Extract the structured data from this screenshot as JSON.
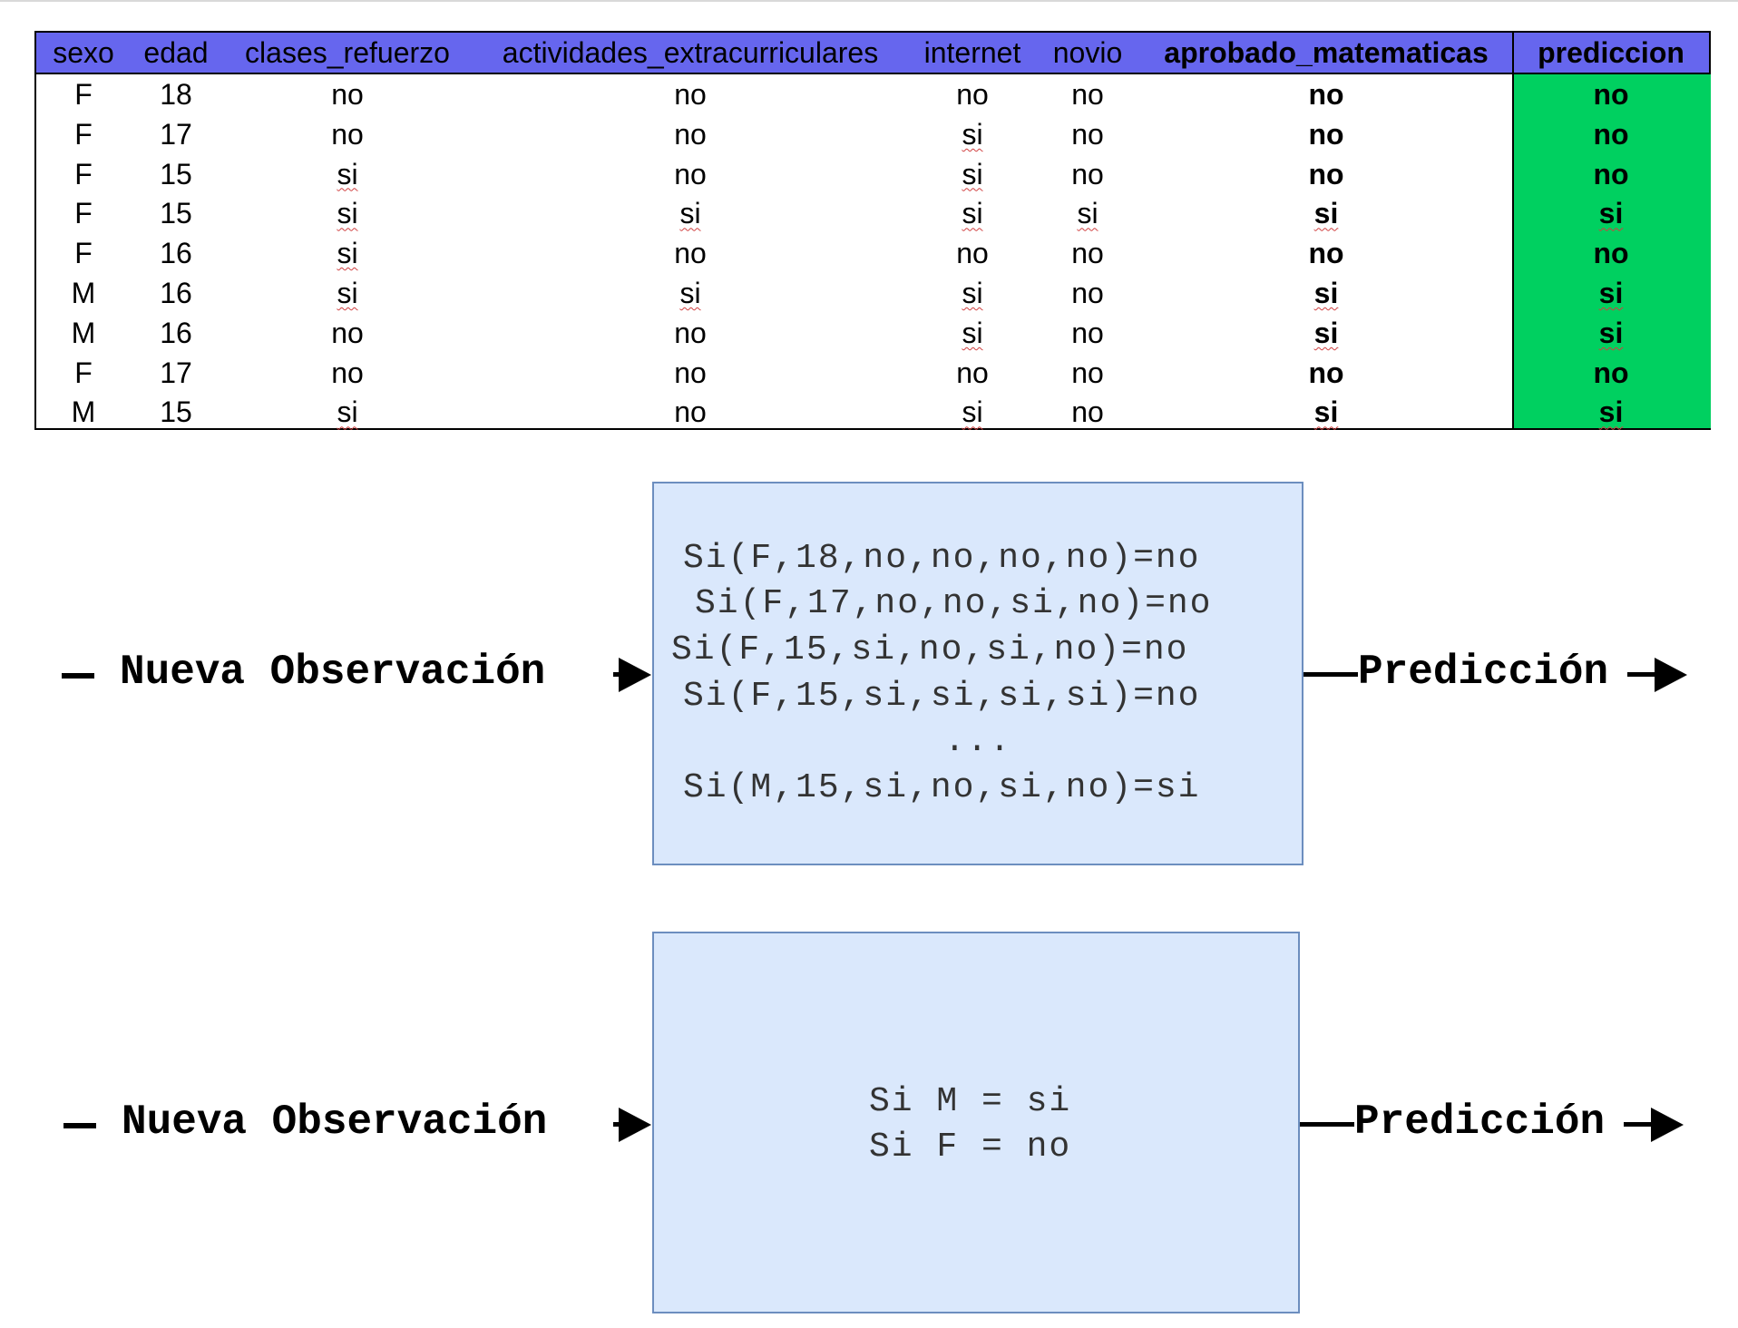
{
  "table": {
    "headers": [
      "sexo",
      "edad",
      "clases_refuerzo",
      "actividades_extracurriculares",
      "internet",
      "novio",
      "aprobado_matematicas",
      "prediccion"
    ],
    "rows": [
      [
        "F",
        "18",
        "no",
        "no",
        "no",
        "no",
        "no",
        "no"
      ],
      [
        "F",
        "17",
        "no",
        "no",
        "si",
        "no",
        "no",
        "no"
      ],
      [
        "F",
        "15",
        "si",
        "no",
        "si",
        "no",
        "no",
        "no"
      ],
      [
        "F",
        "15",
        "si",
        "si",
        "si",
        "si",
        "si",
        "si"
      ],
      [
        "F",
        "16",
        "si",
        "no",
        "no",
        "no",
        "no",
        "no"
      ],
      [
        "M",
        "16",
        "si",
        "si",
        "si",
        "no",
        "si",
        "si"
      ],
      [
        "M",
        "16",
        "no",
        "no",
        "si",
        "no",
        "si",
        "si"
      ],
      [
        "F",
        "17",
        "no",
        "no",
        "no",
        "no",
        "no",
        "no"
      ],
      [
        "M",
        "15",
        "si",
        "no",
        "si",
        "no",
        "si",
        "si"
      ]
    ],
    "header_color": "#6666ee",
    "prediction_color": "#00d060"
  },
  "diagram1": {
    "input_label": "Nueva Observación",
    "output_label": "Predicción",
    "rules": [
      "Si(F,18,no,no,no,no)=no",
      "Si(F,17,no,no,si,no)=no",
      "Si(F,15,si,no,si,no)=no",
      "Si(F,15,si,si,si,si)=no",
      "...",
      "Si(M,15,si,no,si,no)=si"
    ]
  },
  "diagram2": {
    "input_label": "Nueva Observación",
    "output_label": "Predicción",
    "rules": [
      "Si M = si",
      "Si F = no"
    ]
  },
  "box_color": "#dae8fc",
  "box_border_color": "#6c8ebf"
}
